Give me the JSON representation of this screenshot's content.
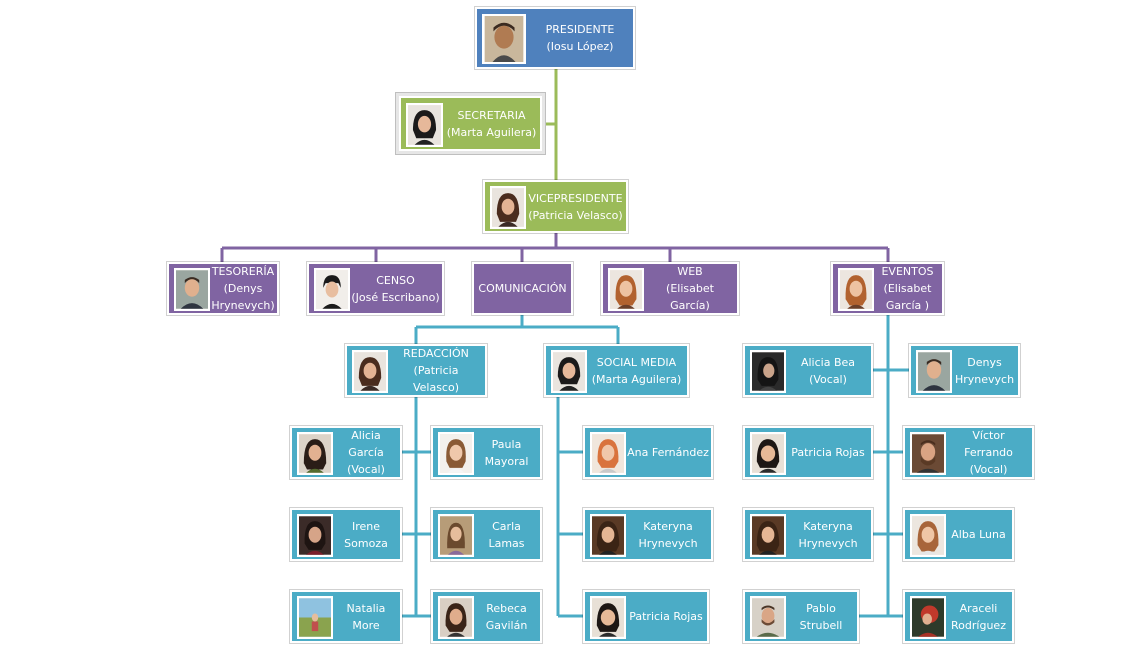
{
  "colors": {
    "president": "#4f81bd",
    "secretary_vice": "#9bbb59",
    "departments": "#8064a2",
    "teams": "#4bacc6"
  },
  "president": {
    "line1": "PRESIDENTE",
    "line2": "(Iosu López)"
  },
  "secretaria": {
    "line1": "SECRETARIA",
    "line2": "(Marta Aguilera)"
  },
  "vicepresidente": {
    "line1": "VICEPRESIDENTE",
    "line2": "(Patricia Velasco)"
  },
  "tesoreria": {
    "line1": "TESORERÍA",
    "line2": "(Denys",
    "line3": "Hrynevych)"
  },
  "censo": {
    "line1": "CENSO",
    "line2": "(José Escribano)"
  },
  "comunicacion": {
    "line1": "COMUNICACIÓN"
  },
  "web": {
    "line1": "WEB",
    "line2": "(Elisabet García)"
  },
  "eventos": {
    "line1": "EVENTOS",
    "line2": "(Elisabet",
    "line3": "García )"
  },
  "redaccion": {
    "line1": "REDACCIÓN",
    "line2": "(Patricia Velasco)"
  },
  "social_media": {
    "line1": "SOCIAL MEDIA",
    "line2": "(Marta Aguilera)"
  },
  "redaccion_team": [
    {
      "line1": "Alicia García",
      "line2": "(Vocal)"
    },
    {
      "line1": "Paula",
      "line2": "Mayoral"
    },
    {
      "line1": "Irene",
      "line2": "Somoza"
    },
    {
      "line1": "Carla Lamas"
    },
    {
      "line1": "Natalia  More"
    },
    {
      "line1": "Rebeca",
      "line2": "Gavilán"
    }
  ],
  "social_team": [
    {
      "line1": "Ana Fernández"
    },
    {
      "line1": "Kateryna",
      "line2": "Hrynevych"
    },
    {
      "line1": "Patricia Rojas"
    }
  ],
  "eventos_team": [
    {
      "line1": "Alicia Bea",
      "line2": "(Vocal)"
    },
    {
      "line1": "Denys",
      "line2": "Hrynevych"
    },
    {
      "line1": "Patricia Rojas"
    },
    {
      "line1": "Víctor Ferrando",
      "line2": "(Vocal)"
    },
    {
      "line1": "Kateryna",
      "line2": "Hrynevych"
    },
    {
      "line1": "Alba Luna"
    },
    {
      "line1": "Pablo",
      "line2": "Strubell"
    },
    {
      "line1": "Araceli",
      "line2": "Rodríguez"
    }
  ]
}
